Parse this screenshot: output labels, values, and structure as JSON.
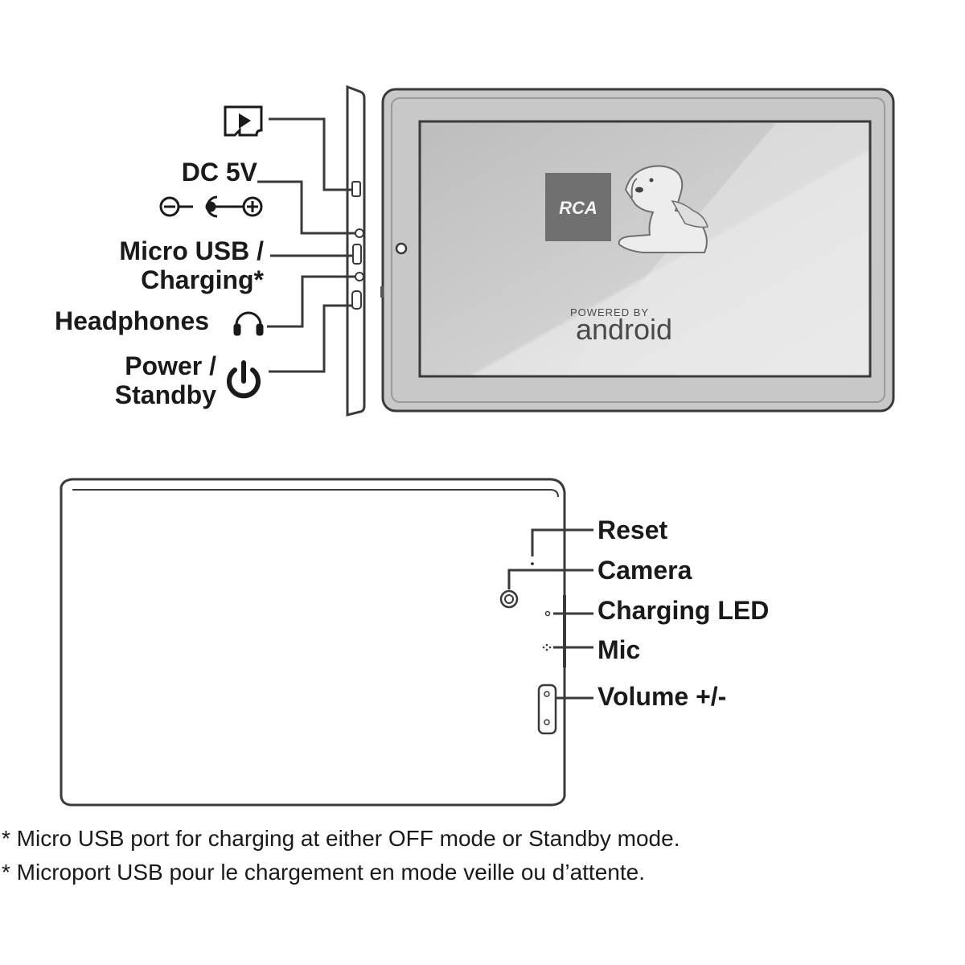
{
  "front_labels": {
    "dc_line1": "DC 5V",
    "usb_line1": "Micro USB /",
    "usb_line2": "Charging*",
    "headphones": "Headphones",
    "power_line1": "Power /",
    "power_line2": "Standby"
  },
  "screen": {
    "brand_logo_text": "RCA",
    "powered_by": "POWERED BY",
    "os_logo_text": "android"
  },
  "back_labels": {
    "reset": "Reset",
    "camera": "Camera",
    "charging_led": "Charging LED",
    "mic": "Mic",
    "volume": "Volume +/-"
  },
  "footnotes": {
    "english": "* Micro USB port for charging at either OFF mode or Standby mode.",
    "french": "* Microport USB pour le chargement en mode veille ou d’attente."
  },
  "icons": [
    "microsd-card-icon",
    "dc-polarity-icon",
    "headphones-icon",
    "power-icon"
  ]
}
